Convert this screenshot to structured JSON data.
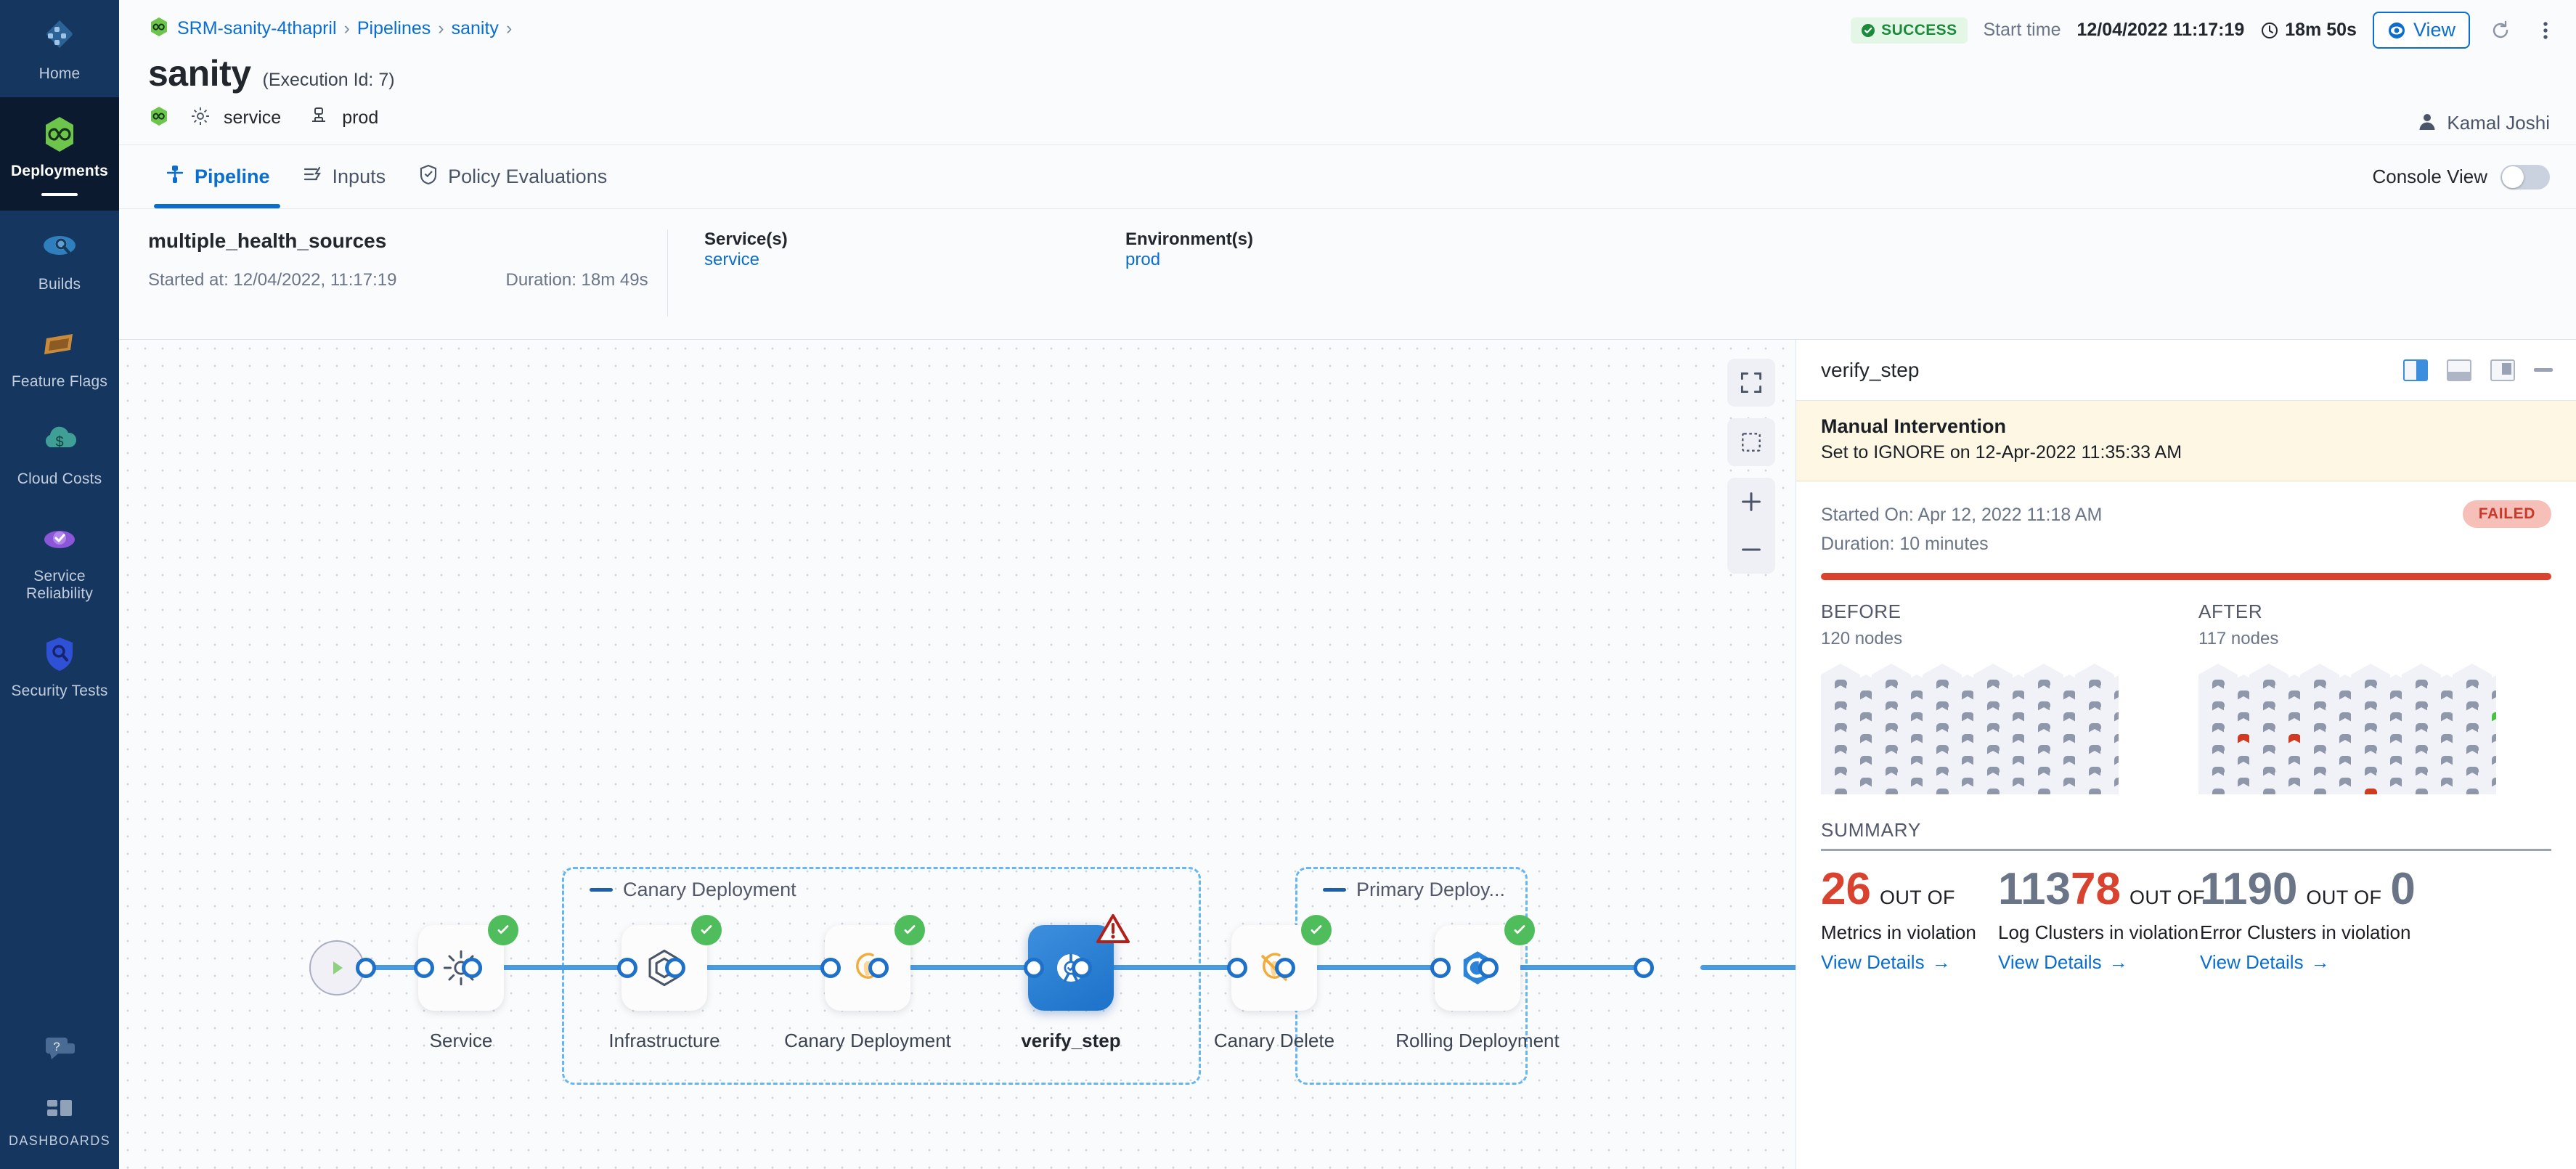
{
  "sidebar": {
    "items": [
      {
        "label": "Home",
        "icon": "home-grid-icon",
        "active": false
      },
      {
        "label": "Deployments",
        "icon": "deployments-infinity-icon",
        "active": true
      },
      {
        "label": "Builds",
        "icon": "builds-icon",
        "active": false
      },
      {
        "label": "Feature Flags",
        "icon": "feature-flags-icon",
        "active": false
      },
      {
        "label": "Cloud Costs",
        "icon": "cloud-costs-icon",
        "active": false
      },
      {
        "label": "Service Reliability",
        "icon": "service-reliability-icon",
        "active": false
      },
      {
        "label": "Security Tests",
        "icon": "security-tests-icon",
        "active": false
      }
    ],
    "help_icon": "help-chat-icon",
    "dashboards_label": "DASHBOARDS",
    "dashboards_icon": "dashboards-grid-icon"
  },
  "header": {
    "breadcrumb": [
      {
        "label": "SRM-sanity-4thapril",
        "icon": "project-infinity-icon"
      },
      {
        "label": "Pipelines"
      },
      {
        "label": "sanity"
      }
    ],
    "breadcrumb_separator": "›",
    "title": "sanity",
    "execution_id": "(Execution Id: 7)",
    "service_label": "service",
    "service_icon": "gear-icon",
    "environment_label": "prod",
    "environment_icon": "environment-icon",
    "status_badge": "SUCCESS",
    "status_icon": "check-circle-icon",
    "start_time_label": "Start time",
    "start_time_value": "12/04/2022 11:17:19",
    "duration_value": "18m 50s",
    "duration_icon": "clock-icon",
    "view_button": "View",
    "view_icon": "eye-icon",
    "refresh_icon": "refresh-icon",
    "more_icon": "kebab-menu-icon",
    "user_name": "Kamal Joshi",
    "user_icon": "avatar-icon"
  },
  "tabs": {
    "items": [
      {
        "label": "Pipeline",
        "icon": "pipeline-icon",
        "active": true
      },
      {
        "label": "Inputs",
        "icon": "inputs-icon",
        "active": false
      },
      {
        "label": "Policy Evaluations",
        "icon": "policy-shield-icon",
        "active": false
      }
    ],
    "console_view_label": "Console View",
    "console_view_on": false
  },
  "info": {
    "pipeline_name": "multiple_health_sources",
    "started_at": "Started at: 12/04/2022, 11:17:19",
    "duration": "Duration: 18m 49s",
    "services_header": "Service(s)",
    "services_value": "service",
    "environments_header": "Environment(s)",
    "environments_value": "prod"
  },
  "canvas": {
    "tools": [
      {
        "name": "fit-screen-icon"
      },
      {
        "name": "select-area-icon"
      },
      {
        "name": "zoom-in-icon",
        "label": "+"
      },
      {
        "name": "zoom-out-icon",
        "label": "−"
      }
    ],
    "start_node_icon": "play-icon",
    "end_node_icon": "stop-square-icon",
    "nodes": [
      {
        "id": "service",
        "label": "Service",
        "icon": "gear-icon",
        "status": "success",
        "selected": false
      },
      {
        "id": "infrastructure",
        "label": "Infrastructure",
        "icon": "hexagon-icon",
        "status": "success",
        "selected": false
      },
      {
        "id": "canary-deployment",
        "label": "Canary Deployment",
        "icon": "canary-bird-icon",
        "status": "success",
        "selected": false
      },
      {
        "id": "verify-step",
        "label": "verify_step",
        "icon": "verify-icon",
        "status": "warning",
        "selected": true
      },
      {
        "id": "canary-delete",
        "label": "Canary Delete",
        "icon": "canary-delete-icon",
        "status": "success",
        "selected": false
      },
      {
        "id": "rolling-deployment",
        "label": "Rolling Deployment",
        "icon": "rolling-deploy-icon",
        "status": "success",
        "selected": false
      }
    ],
    "groups": [
      {
        "id": "canary-group",
        "label": "Canary Deployment"
      },
      {
        "id": "primary-group",
        "label": "Primary Deploy..."
      }
    ]
  },
  "panel": {
    "title": "verify_step",
    "layout_icons": [
      "layout-right-icon",
      "layout-bottom-icon",
      "layout-float-icon",
      "minimize-icon"
    ],
    "manual_intervention": {
      "title": "Manual Intervention",
      "subtitle": "Set to IGNORE on 12-Apr-2022 11:35:33 AM"
    },
    "started_on": "Started On: Apr 12, 2022 11:18 AM",
    "duration": "Duration: 10 minutes",
    "status_chip": "FAILED",
    "before": {
      "header": "BEFORE",
      "nodes": "120 nodes"
    },
    "after": {
      "header": "AFTER",
      "nodes": "117 nodes"
    },
    "summary_header": "SUMMARY",
    "summary_cards": [
      {
        "numerator": "26",
        "numerator_color": "red",
        "out_of": "OUT OF",
        "denominator": "113",
        "denominator_color": "grey",
        "description": "Metrics in violation",
        "link": "View Details",
        "link_arrow": "→"
      },
      {
        "numerator": "78",
        "numerator_color": "red",
        "out_of": "OUT OF",
        "denominator": "1190",
        "denominator_color": "grey",
        "description": "Log Clusters in violation",
        "link": "View Details",
        "link_arrow": "→"
      },
      {
        "numerator": "0",
        "numerator_color": "grey",
        "out_of": "OUT OF",
        "denominator": "0",
        "denominator_color": "grey",
        "description": "Error Clusters in violation",
        "link": "View Details",
        "link_arrow": "→"
      }
    ]
  },
  "colors": {
    "accent_blue": "#0a6ed1",
    "success_green": "#4fbd5c",
    "fail_red": "#d8422e",
    "warn_yellow": "#fdf7e3",
    "sidebar_dark": "#0b1a2e",
    "sidebar_blue": "#15365f"
  }
}
